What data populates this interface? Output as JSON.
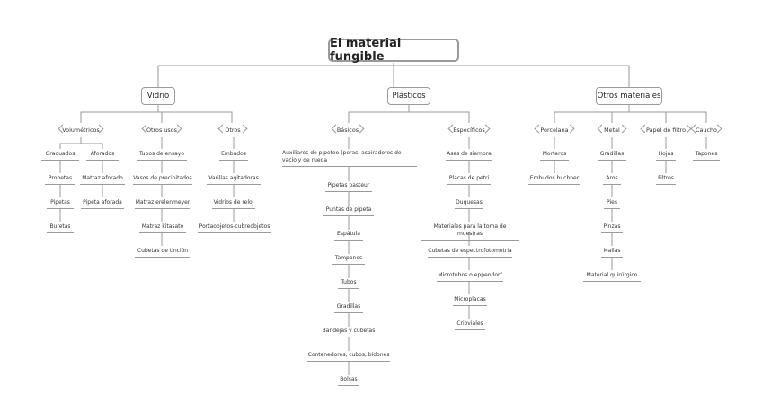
{
  "title": "El material fungible",
  "vidrio": {
    "label": "Vidrio",
    "volumetricos": {
      "label": "Volumétricos",
      "graduados": {
        "label": "Graduados",
        "items": [
          "Probetas",
          "Pipetas",
          "Buretas"
        ]
      },
      "aforados": {
        "label": "Aforados",
        "items": [
          "Matraz aforado",
          "Pipeta aforada"
        ]
      }
    },
    "otros_usos": {
      "label": "Otros usos",
      "items": [
        "Tubos de ensayo",
        "Vasos de precipitados",
        "Matraz erelenmeyer",
        "Matraz kitasato",
        "Cubetas de tinción"
      ]
    },
    "otros": {
      "label": "Otros",
      "items": [
        "Embudos",
        "Varillas agitadoras",
        "Vidrios de reloj",
        "Portaobjetos-cubreobjetos"
      ]
    }
  },
  "plasticos": {
    "label": "Plásticos",
    "basicos": {
      "label": "Básicos",
      "items": [
        "Auxiliares de pipeteo (peras, aspiradores de vacío y de rueda",
        "Pipetas pasteur",
        "Puntas de pipeta",
        "Espátula",
        "Tampones",
        "Tubos",
        "Gradillas",
        "Bandejas y cubetas",
        "Contenedores, cubos, bidones",
        "Bolsas"
      ]
    },
    "especificos": {
      "label": "Específicos",
      "items": [
        "Asas de siembra",
        "Placas de petri",
        "Duquesas",
        "Materiales para la toma de muestras",
        "Cubetas de espectrofotometria",
        "Microtubos o eppendorf",
        "Microplacas",
        "Crioviales"
      ]
    }
  },
  "otros_materiales": {
    "label": "Otros materiales",
    "porcelana": {
      "label": "Porcelana",
      "items": [
        "Morteros",
        "Embudos buchner"
      ]
    },
    "metal": {
      "label": "Metal",
      "items": [
        "Gradillas",
        "Aros",
        "Pies",
        "Pinzas",
        "Mallas",
        "Material quirúrgico"
      ]
    },
    "papel": {
      "label": "Papel de filtro",
      "items": [
        "Hojas",
        "Filtros"
      ]
    },
    "caucho": {
      "label": "Caucho",
      "items": [
        "Tapones"
      ]
    }
  }
}
